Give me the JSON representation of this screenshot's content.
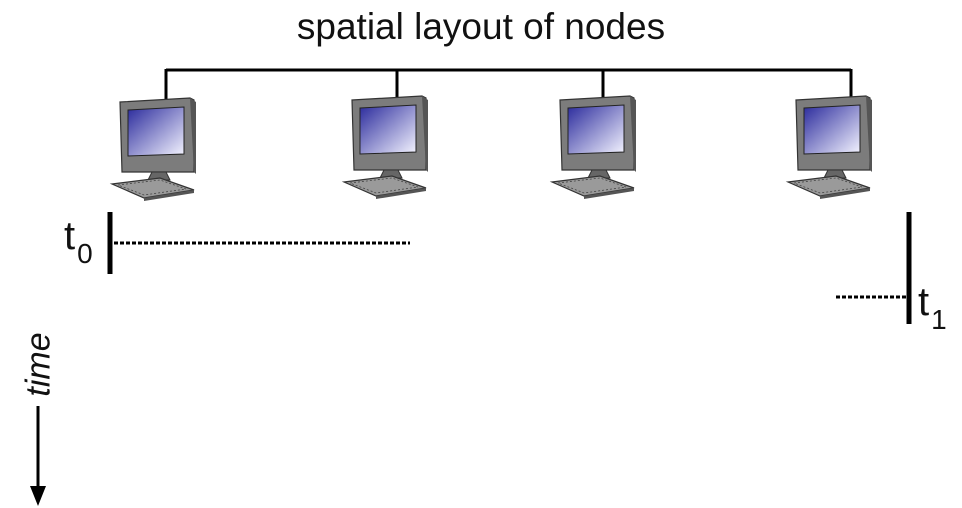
{
  "diagram": {
    "title": "spatial layout of nodes",
    "node_icon": "computer-icon",
    "node_count": 4,
    "time_axis_label": "time",
    "markers": [
      {
        "symbol": "t",
        "subscript": "0"
      },
      {
        "symbol": "t",
        "subscript": "1"
      }
    ],
    "colors": {
      "line": "#000000",
      "screen_gradient_start": "#2a2a9c",
      "screen_gradient_end": "#f4f4ff",
      "computer_body": "#8a8a8a"
    }
  }
}
